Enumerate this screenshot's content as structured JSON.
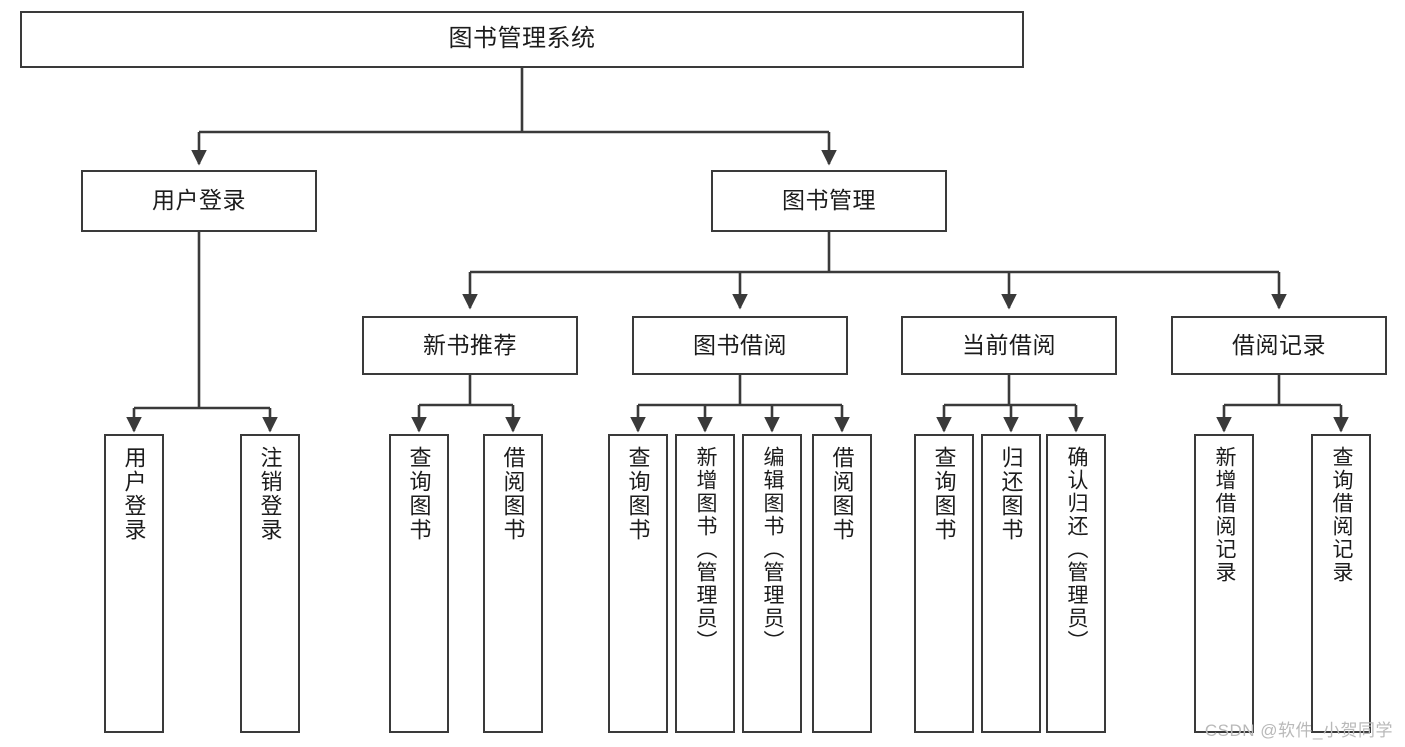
{
  "diagram": {
    "title": "图书管理系统",
    "type": "tree-hierarchy-chart",
    "colors": {
      "box_border": "#3a3a3a",
      "box_fill": "#ffffff",
      "edge": "#3a3a3a",
      "text": "#1c1c1c",
      "watermark": "#b9b9b9",
      "background": "#ffffff"
    },
    "nodes": {
      "root": {
        "label": "图书管理系统"
      },
      "level2": [
        {
          "id": "user-login",
          "label": "用户登录"
        },
        {
          "id": "book-management",
          "label": "图书管理"
        }
      ],
      "level3": [
        {
          "id": "new-book-recommend",
          "label": "新书推荐"
        },
        {
          "id": "book-borrow",
          "label": "图书借阅"
        },
        {
          "id": "current-borrow",
          "label": "当前借阅"
        },
        {
          "id": "borrow-record",
          "label": "借阅记录"
        }
      ],
      "leaves": [
        {
          "id": "leaf-user-login",
          "label": "用户登录",
          "parent": "user-login"
        },
        {
          "id": "leaf-logout-login",
          "label": "注销登录",
          "parent": "user-login"
        },
        {
          "id": "leaf-query-book-1",
          "label": "查询图书",
          "parent": "new-book-recommend"
        },
        {
          "id": "leaf-borrow-book-1",
          "label": "借阅图书",
          "parent": "new-book-recommend"
        },
        {
          "id": "leaf-query-book-2",
          "label": "查询图书",
          "parent": "book-borrow"
        },
        {
          "id": "leaf-add-book",
          "label": "新增图书（管理员）",
          "parent": "book-borrow"
        },
        {
          "id": "leaf-edit-book",
          "label": "编辑图书（管理员）",
          "parent": "book-borrow"
        },
        {
          "id": "leaf-borrow-book-2",
          "label": "借阅图书",
          "parent": "book-borrow"
        },
        {
          "id": "leaf-query-book-3",
          "label": "查询图书",
          "parent": "current-borrow"
        },
        {
          "id": "leaf-return-book",
          "label": "归还图书",
          "parent": "current-borrow"
        },
        {
          "id": "leaf-confirm-return",
          "label": "确认归还（管理员）",
          "parent": "current-borrow"
        },
        {
          "id": "leaf-add-record",
          "label": "新增借阅记录",
          "parent": "borrow-record"
        },
        {
          "id": "leaf-query-record",
          "label": "查询借阅记录",
          "parent": "borrow-record"
        }
      ]
    },
    "watermark": "CSDN @软件_小贺同学"
  }
}
